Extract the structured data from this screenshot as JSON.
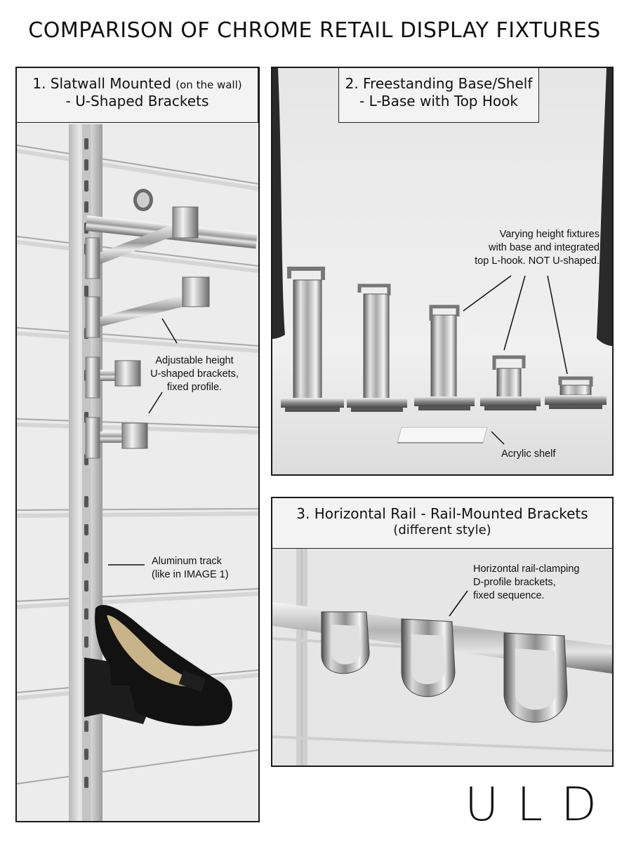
{
  "title": "COMPARISON OF CHROME RETAIL DISPLAY FIXTURES",
  "panel1": {
    "heading_main": "1. Slatwall Mounted",
    "heading_paren": "(on the wall)",
    "heading_sub": "- U-Shaped Brackets",
    "note_brackets": [
      "Adjustable height",
      "U-shaped brackets,",
      "fixed profile."
    ],
    "note_track": [
      "Aluminum track",
      "(like in IMAGE 1)"
    ]
  },
  "panel2": {
    "heading_main": "2. Freestanding Base/Shelf",
    "heading_sub": "- L-Base with Top Hook",
    "note_fixtures": [
      "Varying height fixtures",
      "with base and integrated",
      "top L-hook. NOT U-shaped."
    ],
    "note_shelf": "Acrylic shelf"
  },
  "panel3": {
    "heading_main": "3. Horizontal Rail - Rail-Mounted Brackets",
    "heading_sub": "(different style)",
    "note_rail": [
      "Horizontal rail-clamping",
      "D-profile brackets,",
      "fixed sequence."
    ]
  },
  "logo": "ULD",
  "colors": {
    "chrome_light": "#f4f4f4",
    "chrome_dark": "#6e6e6e",
    "wall": "#e9e9e9",
    "text": "#111111"
  }
}
